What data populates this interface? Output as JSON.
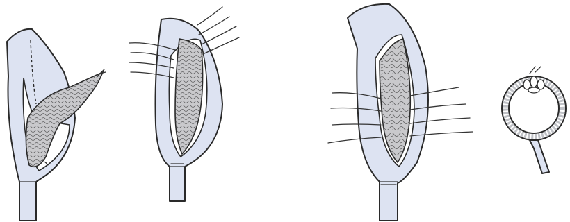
{
  "figure": {
    "panels": [
      {
        "id": "panel-1",
        "name": "sac-with-protruding-mass"
      },
      {
        "id": "panel-2",
        "name": "sac-opened-with-sutures"
      },
      {
        "id": "panel-3",
        "name": "sac-sutured-closed"
      },
      {
        "id": "panel-4",
        "name": "cross-section-ring"
      }
    ],
    "colors": {
      "wall_fill": "#dde3f2",
      "line": "#2a2a2a",
      "mass_fill": "#c9c9cc"
    }
  }
}
